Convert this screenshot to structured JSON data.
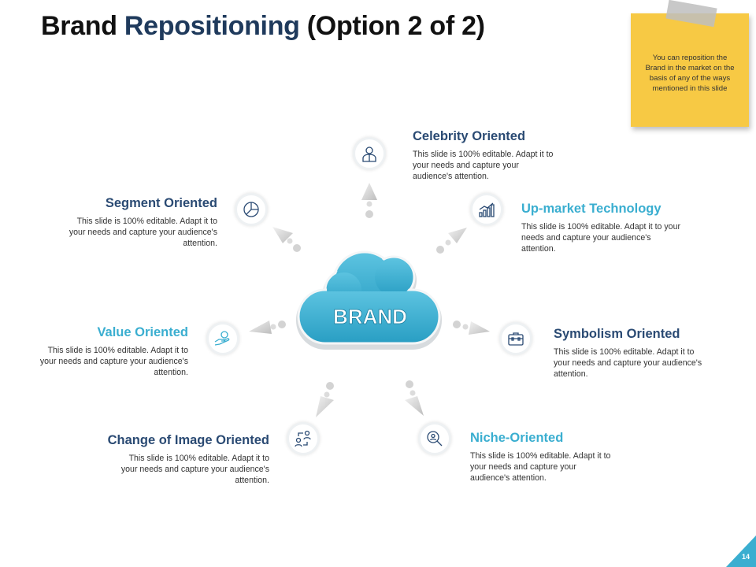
{
  "title": {
    "main": "Brand ",
    "highlight": "Repositioning",
    "suffix": " (Option 2 of 2)"
  },
  "note": "You can reposition the Brand in the market on the basis of any of the ways mentioned in this slide",
  "center": {
    "label": "BRAND"
  },
  "nodes": [
    {
      "heading": "Celebrity Oriented",
      "text": "This slide is 100% editable. Adapt it to your needs and capture your audience's attention.",
      "icon": "person-icon"
    },
    {
      "heading": "Up-market Technology",
      "text": "This slide is 100% editable. Adapt it to your needs and capture your audience's attention.",
      "icon": "bar-chart-icon"
    },
    {
      "heading": "Symbolism Oriented",
      "text": "This slide is 100% editable. Adapt it to your needs and capture your audience's attention.",
      "icon": "briefcase-icon"
    },
    {
      "heading": "Niche-Oriented",
      "text": "This slide is 100% editable. Adapt it to your needs and capture your audience's attention.",
      "icon": "magnifier-icon"
    },
    {
      "heading": "Change of Image Oriented",
      "text": "This slide is 100% editable. Adapt it to your needs and capture your audience's attention.",
      "icon": "people-flow-icon"
    },
    {
      "heading": "Value Oriented",
      "text": "This slide is 100% editable. Adapt it to your needs and capture your audience's attention.",
      "icon": "hand-coin-icon"
    },
    {
      "heading": "Segment Oriented",
      "text": "This slide is 100% editable. Adapt it to your needs and capture your audience's attention.",
      "icon": "pie-chart-icon"
    }
  ],
  "page_number": "14",
  "colors": {
    "dark_blue": "#2a4a73",
    "light_blue": "#3aaed0",
    "sticky": "#f7c944",
    "cloud": "#3aaed0"
  }
}
